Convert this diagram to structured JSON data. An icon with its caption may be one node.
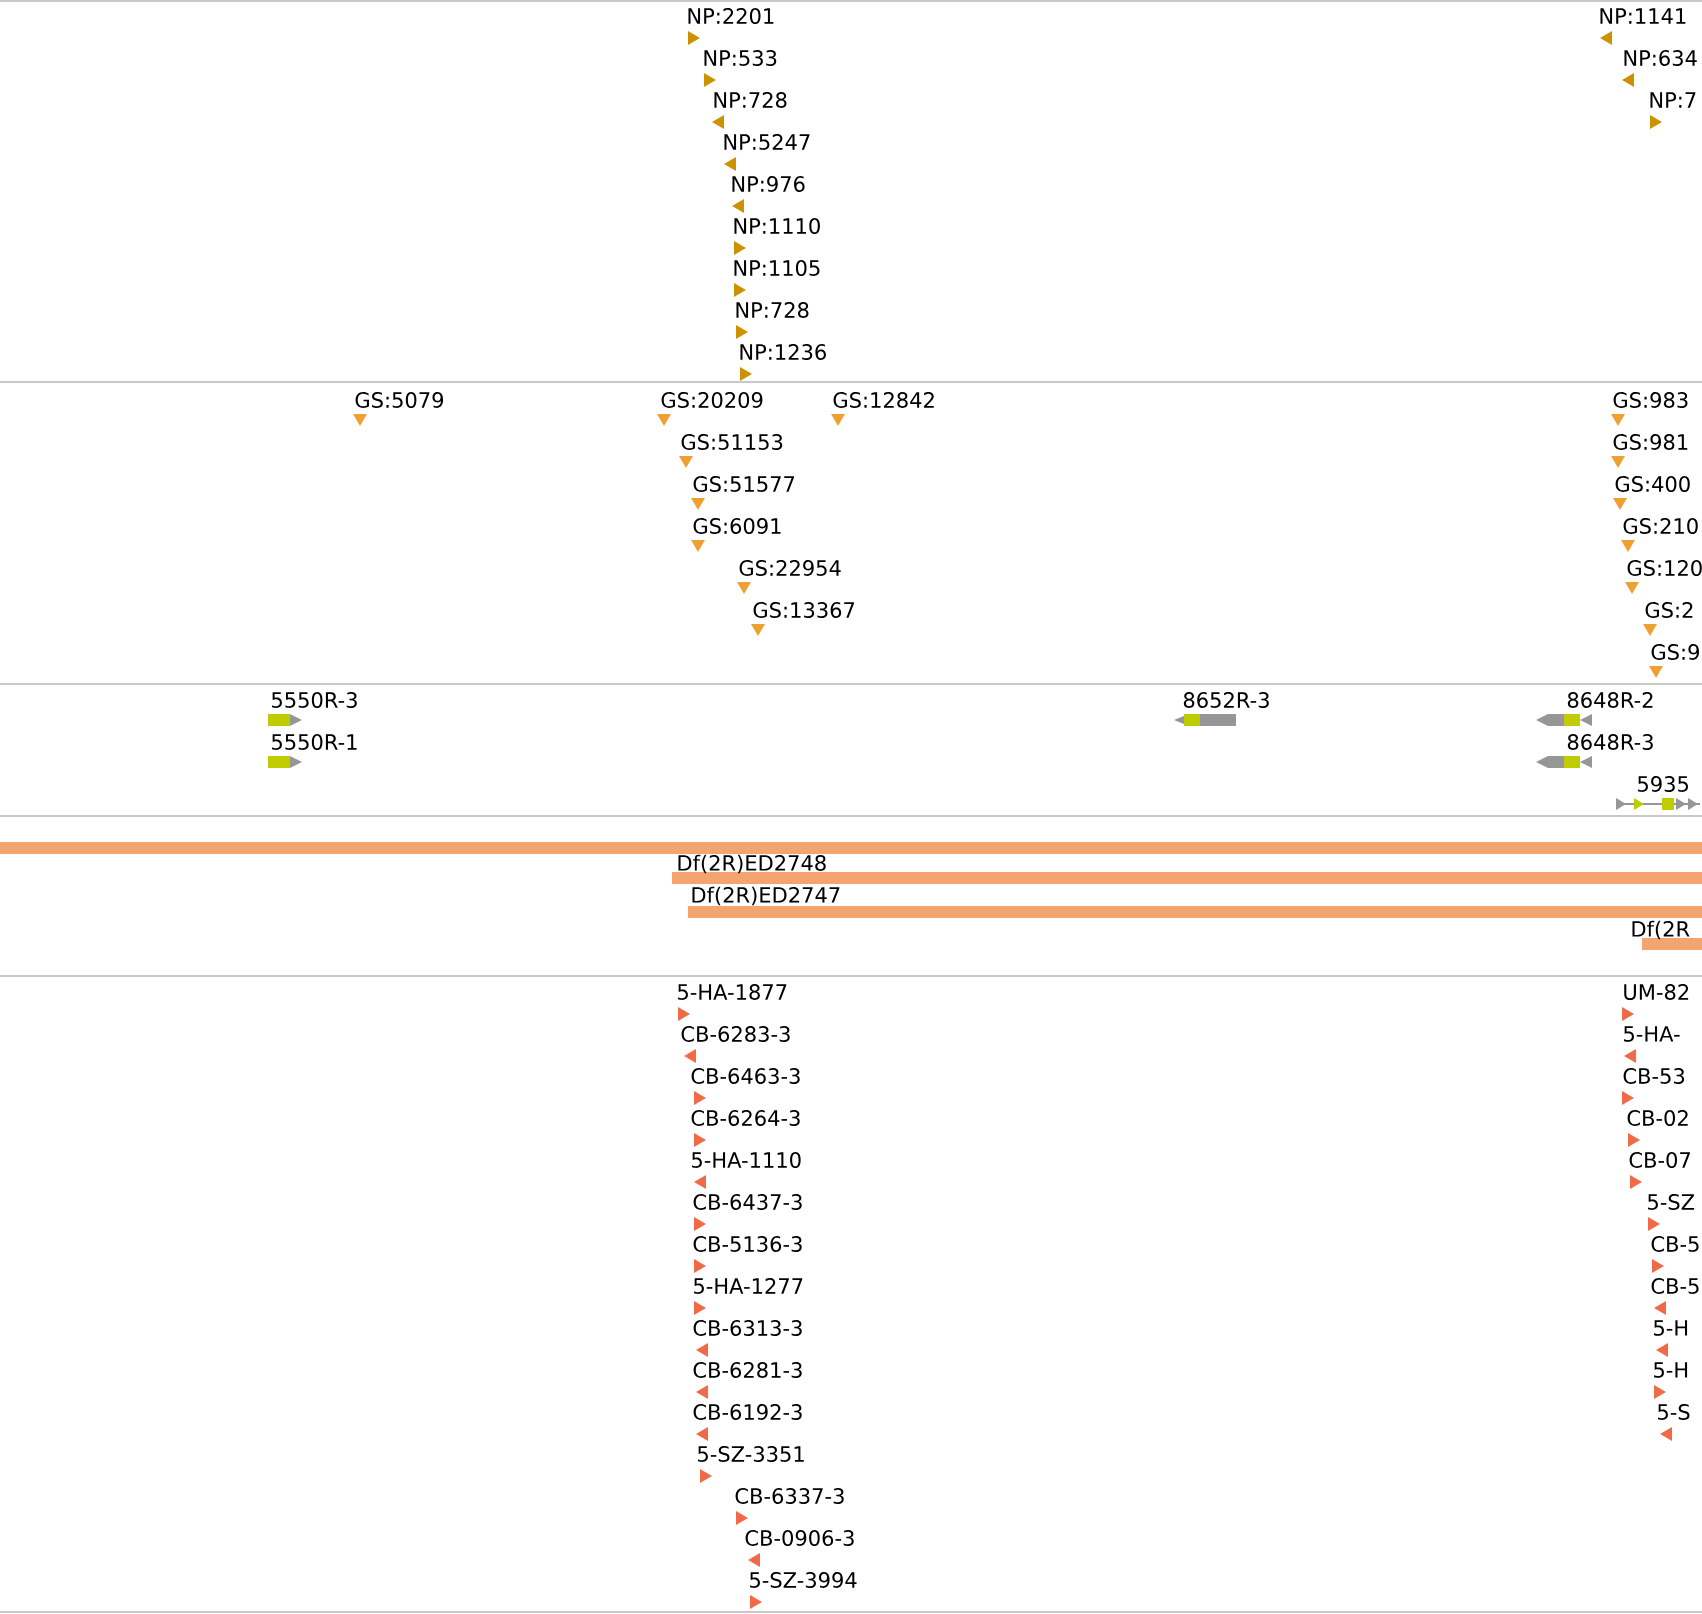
{
  "diagram": {
    "labels": [
      "NP:2201",
      "NP:1141",
      "NP:533",
      "NP:634",
      "NP:728",
      "NP:7",
      "NP:5247",
      "NP:976",
      "NP:1110",
      "NP:1105",
      "NP:728",
      "NP:1236",
      "GS:5079",
      "GS:20209",
      "GS:12842",
      "GS:983",
      "GS:51153",
      "GS:981",
      "GS:51577",
      "GS:400",
      "GS:6091",
      "GS:210",
      "GS:22954",
      "GS:120",
      "GS:13367",
      "GS:2",
      "GS:9",
      "5550R-3",
      "8652R-3",
      "8648R-2",
      "5550R-1",
      "8648R-3",
      "5935",
      "Df(2R)ED2748",
      "Df(2R)ED2747",
      "Df(2R",
      "5-HA-1877",
      "UM-82",
      "CB-6283-3",
      "5-HA-",
      "CB-6463-3",
      "CB-53",
      "CB-6264-3",
      "CB-02",
      "5-HA-1110",
      "CB-07",
      "CB-6437-3",
      "5-SZ",
      "CB-5136-3",
      "CB-5",
      "5-HA-1277",
      "CB-5",
      "CB-6313-3",
      "5-H",
      "CB-6281-3",
      "5-H",
      "CB-6192-3",
      "5-S",
      "5-SZ-3351",
      "CB-6337-3",
      "CB-0906-3",
      "5-SZ-3994"
    ]
  }
}
